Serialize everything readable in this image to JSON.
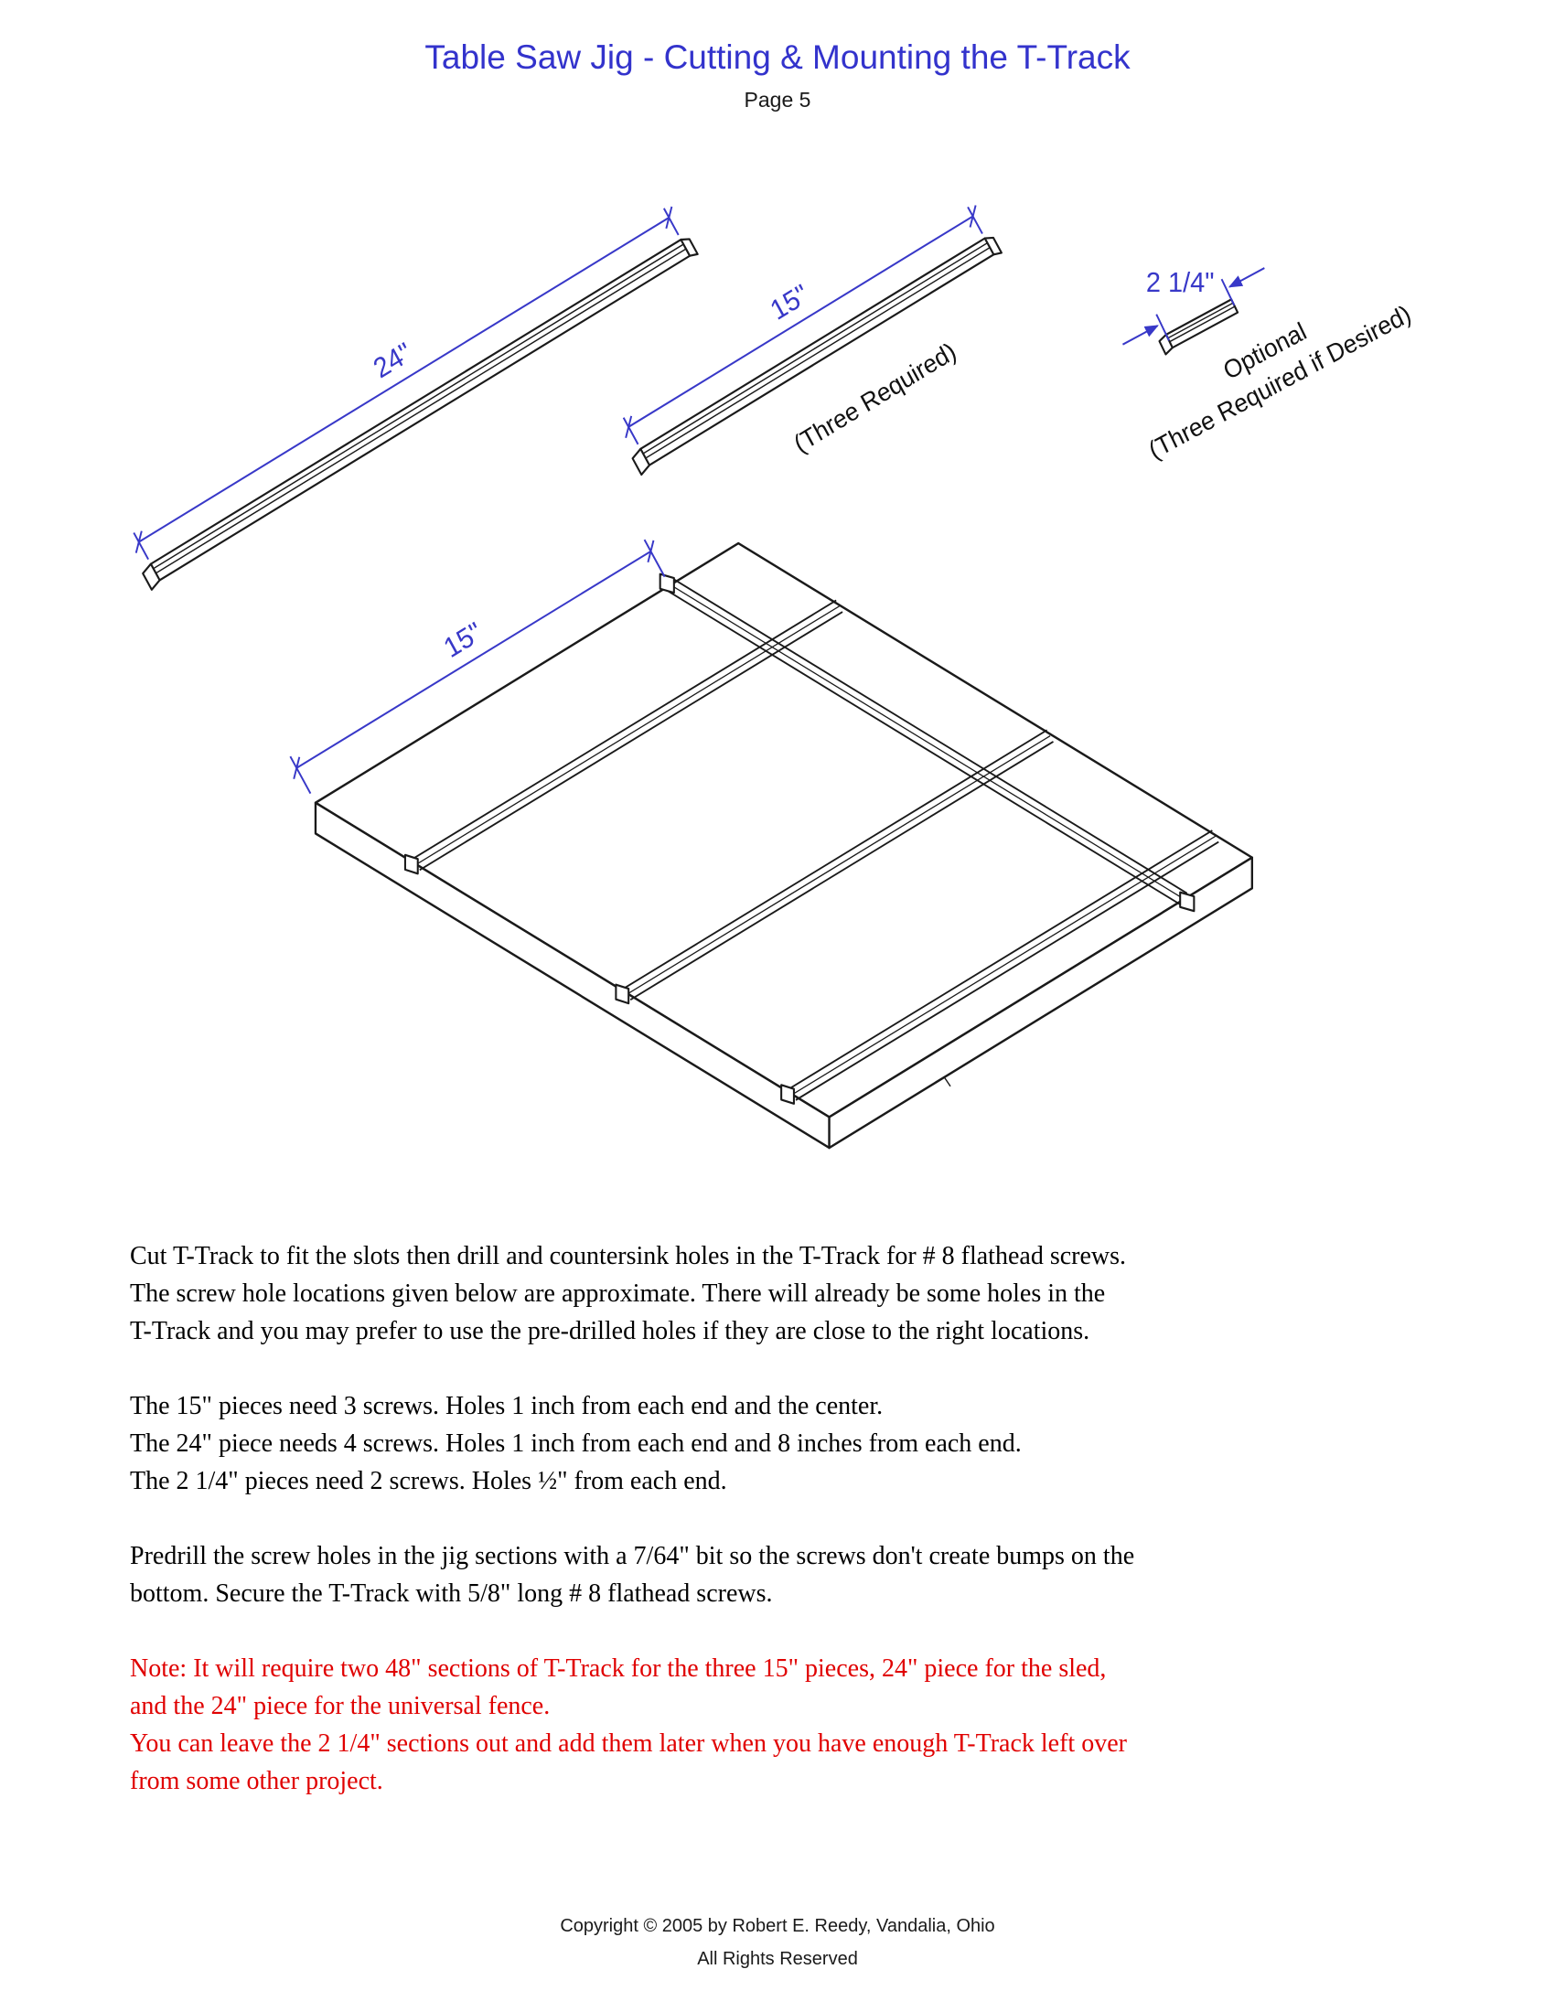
{
  "header": {
    "title": "Table Saw Jig - Cutting & Mounting the T-Track",
    "page": "Page 5"
  },
  "diagram": {
    "dim_24_label": "24\"",
    "dim_15_piece_label": "15\"",
    "three_required_label": "(Three Required)",
    "dim_2_quarter_label": "2 1/4\"",
    "optional_label": "Optional",
    "optional_sub_label": "(Three Required if Desired)",
    "dim_15_board_label": "15\""
  },
  "body": {
    "para1": [
      "Cut T-Track to fit the slots then drill and countersink holes in the T-Track for # 8 flathead screws.",
      "The screw hole locations given below are approximate. There will already be some holes in the",
      "T-Track and you may prefer to use the pre-drilled holes if they are close to the right locations."
    ],
    "para2": [
      "The 15\" pieces need 3 screws. Holes 1 inch from each end and the center.",
      "The 24\" piece needs 4 screws. Holes 1 inch from each end and 8 inches from each end.",
      "The 2 1/4\" pieces need 2 screws. Holes ½\" from each end."
    ],
    "para3": [
      "Predrill the screw holes in the jig sections with a 7/64\" bit so the screws don't create bumps on the",
      "bottom. Secure the T-Track with 5/8\" long # 8 flathead screws."
    ],
    "note": [
      "Note: It will require two 48\"  sections of T-Track for the three 15\"  pieces, 24\" piece for the sled,",
      "and the 24\" piece for the universal fence.",
      "You can leave the 2 1/4\" sections out and add them later when you have enough T-Track left over",
      "from some other project."
    ]
  },
  "footer": {
    "line1": "Copyright ©  2005 by Robert E. Reedy, Vandalia, Ohio",
    "line2": "All Rights Reserved"
  },
  "colors": {
    "title_blue": "#3333cc",
    "dimension_blue": "#3838c8",
    "note_red": "#e00000"
  }
}
